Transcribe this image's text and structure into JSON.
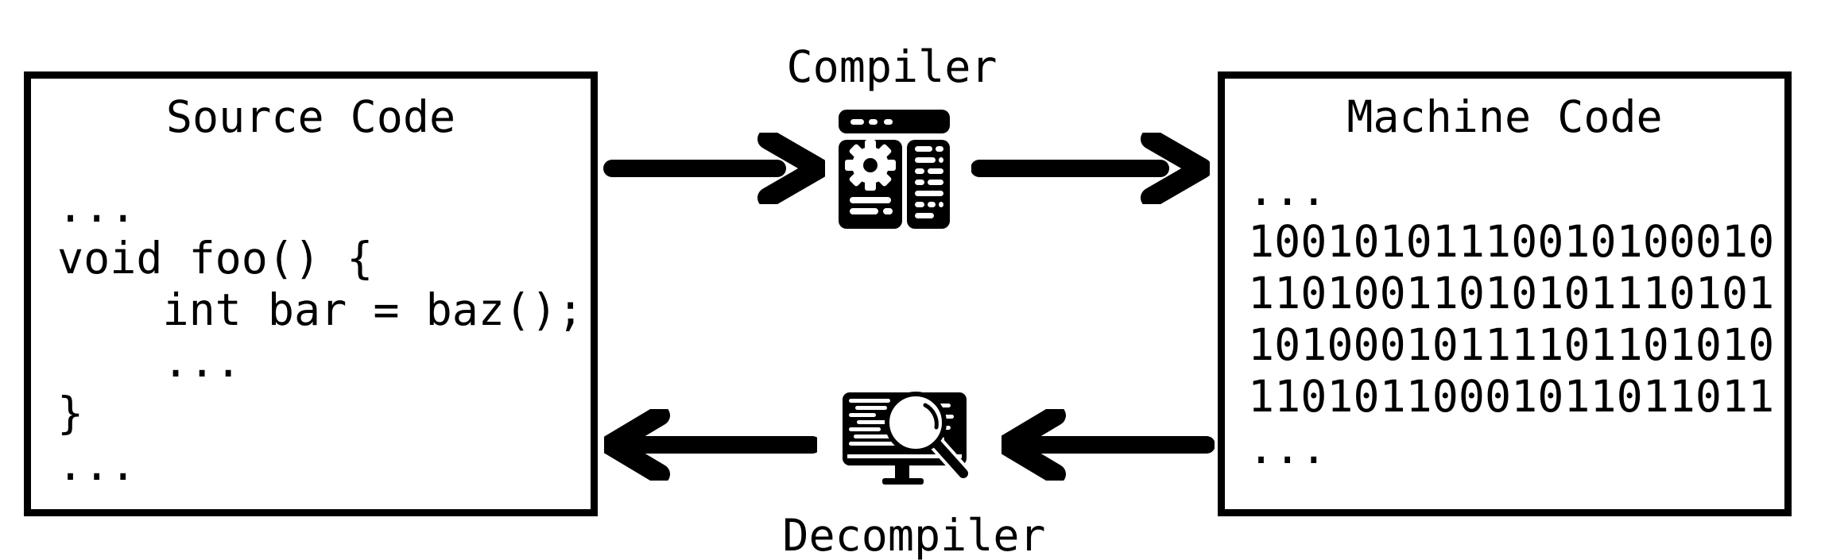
{
  "source_box": {
    "title": "Source Code",
    "code_lines": [
      "...",
      "void foo() {",
      "    int bar = baz();",
      "    ...",
      "}",
      "..."
    ]
  },
  "machine_box": {
    "title": "Machine Code",
    "code_lines": [
      "...",
      "10010101110010100010",
      "11010011010101110101",
      "10100010111101101010",
      "11010110001011011011",
      "..."
    ]
  },
  "compiler": {
    "label": "Compiler",
    "icon": "app-window-gear-icon"
  },
  "decompiler": {
    "label": "Decompiler",
    "icon": "monitor-magnifier-icon"
  },
  "arrows": [
    {
      "name": "source-to-compiler",
      "direction": "right"
    },
    {
      "name": "compiler-to-machine",
      "direction": "right"
    },
    {
      "name": "machine-to-decompiler",
      "direction": "left"
    },
    {
      "name": "decompiler-to-source",
      "direction": "left"
    }
  ],
  "colors": {
    "ink": "#000000",
    "background": "#ffffff"
  }
}
